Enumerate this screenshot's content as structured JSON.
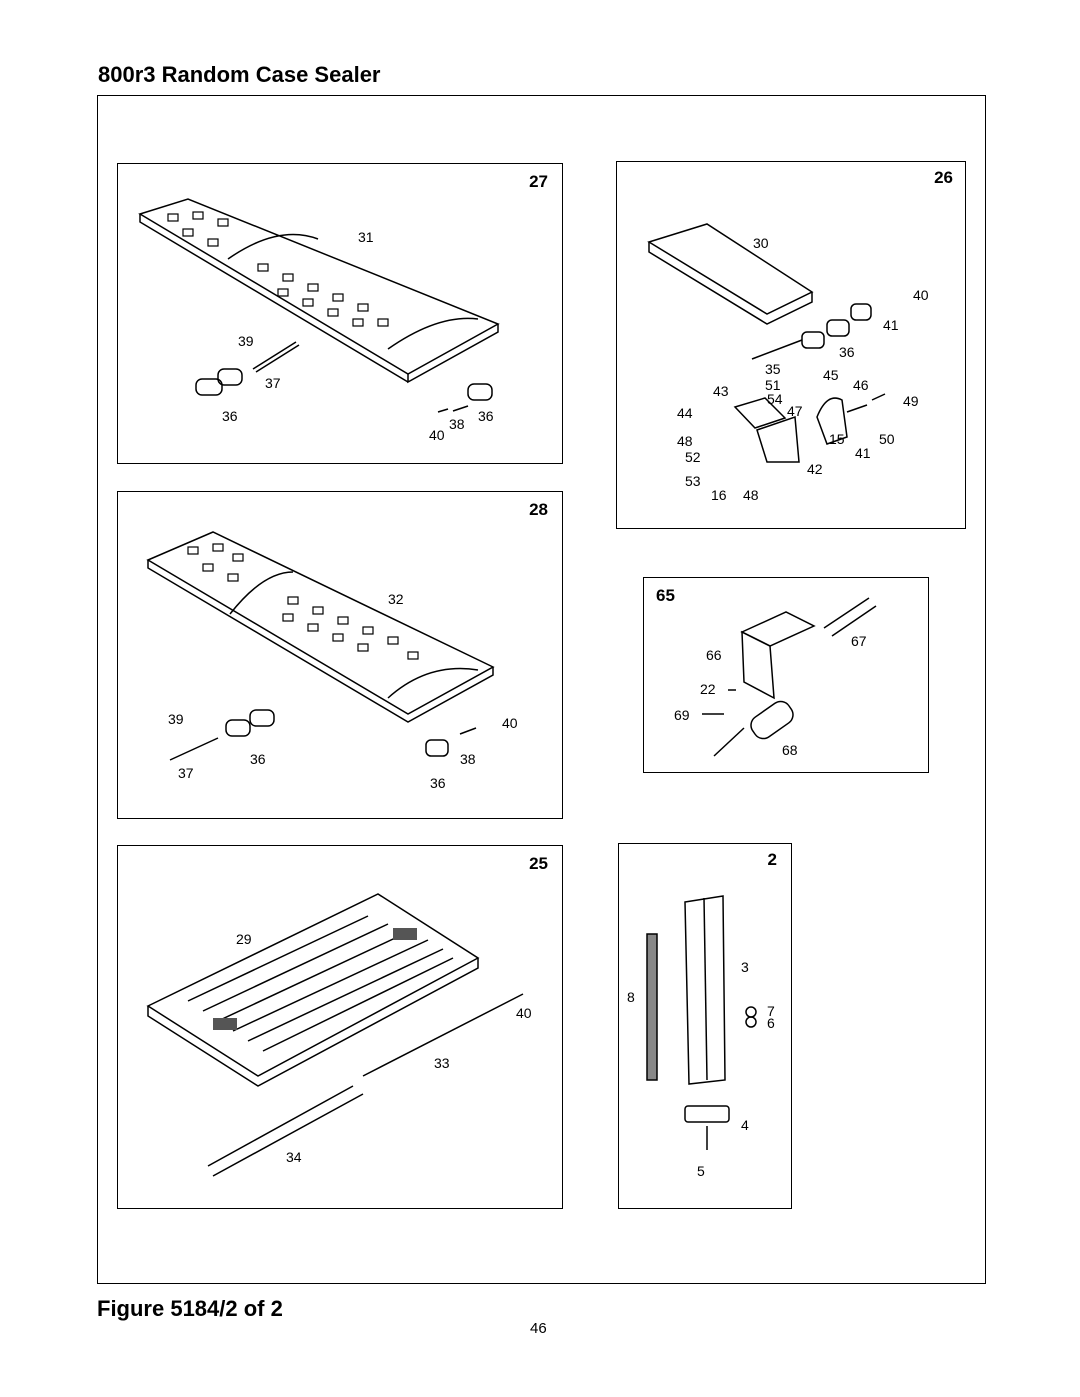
{
  "header": {
    "title": "800r3 Random Case Sealer"
  },
  "panels": {
    "p27": {
      "number": "27",
      "labels": {
        "l31": "31",
        "l39": "39",
        "l37": "37",
        "l36a": "36",
        "l40": "40",
        "l38": "38",
        "l36b": "36"
      }
    },
    "p26": {
      "number": "26",
      "labels": {
        "l30": "30",
        "l40": "40",
        "l41a": "41",
        "l36": "36",
        "l35": "35",
        "l45": "45",
        "l46": "46",
        "l43": "43",
        "l51": "51",
        "l54": "54",
        "l47": "47",
        "l49": "49",
        "l44": "44",
        "l48a": "48",
        "l15": "15",
        "l50": "50",
        "l52": "52",
        "l41b": "41",
        "l42": "42",
        "l53": "53",
        "l16": "16",
        "l48b": "48"
      }
    },
    "p28": {
      "number": "28",
      "labels": {
        "l32": "32",
        "l39": "39",
        "l40": "40",
        "l36a": "36",
        "l38": "38",
        "l37": "37",
        "l36b": "36"
      }
    },
    "p65": {
      "number": "65",
      "labels": {
        "l66": "66",
        "l67": "67",
        "l22": "22",
        "l69": "69",
        "l68": "68"
      }
    },
    "p25": {
      "number": "25",
      "labels": {
        "l29": "29",
        "l40": "40",
        "l33": "33",
        "l34": "34"
      }
    },
    "p2": {
      "number": "2",
      "labels": {
        "l3": "3",
        "l8": "8",
        "l7": "7",
        "l6": "6",
        "l4": "4",
        "l5": "5"
      }
    }
  },
  "footer": {
    "figure_label": "Figure 5184/2 of 2",
    "page_number": "46"
  }
}
